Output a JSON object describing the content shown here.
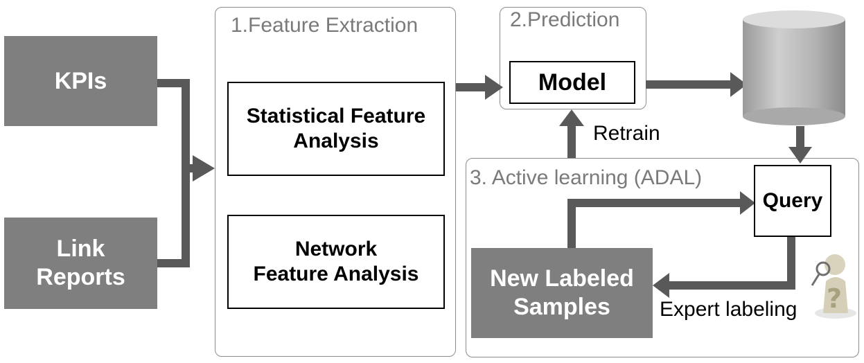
{
  "inputs": {
    "kpis": "KPIs",
    "link_reports": "Link\nReports"
  },
  "feature_extraction": {
    "title": "1.Feature Extraction",
    "statistical": "Statistical Feature\nAnalysis",
    "network": "Network\nFeature Analysis"
  },
  "prediction": {
    "title": "2.Prediction",
    "model": "Model"
  },
  "active_learning": {
    "title": "3. Active learning (ADAL)",
    "query": "Query",
    "new_samples": "New Labeled\nSamples"
  },
  "edge_labels": {
    "retrain": "Retrain",
    "expert_labeling": "Expert labeling"
  },
  "colors": {
    "gray_box": "#7f7f7f",
    "arrow": "#595959",
    "panel_border": "#8c8c8c",
    "panel_title": "#7a7a7a"
  },
  "icons": {
    "database": "database-cylinder-icon",
    "expert": "expert-question-figure-icon"
  }
}
